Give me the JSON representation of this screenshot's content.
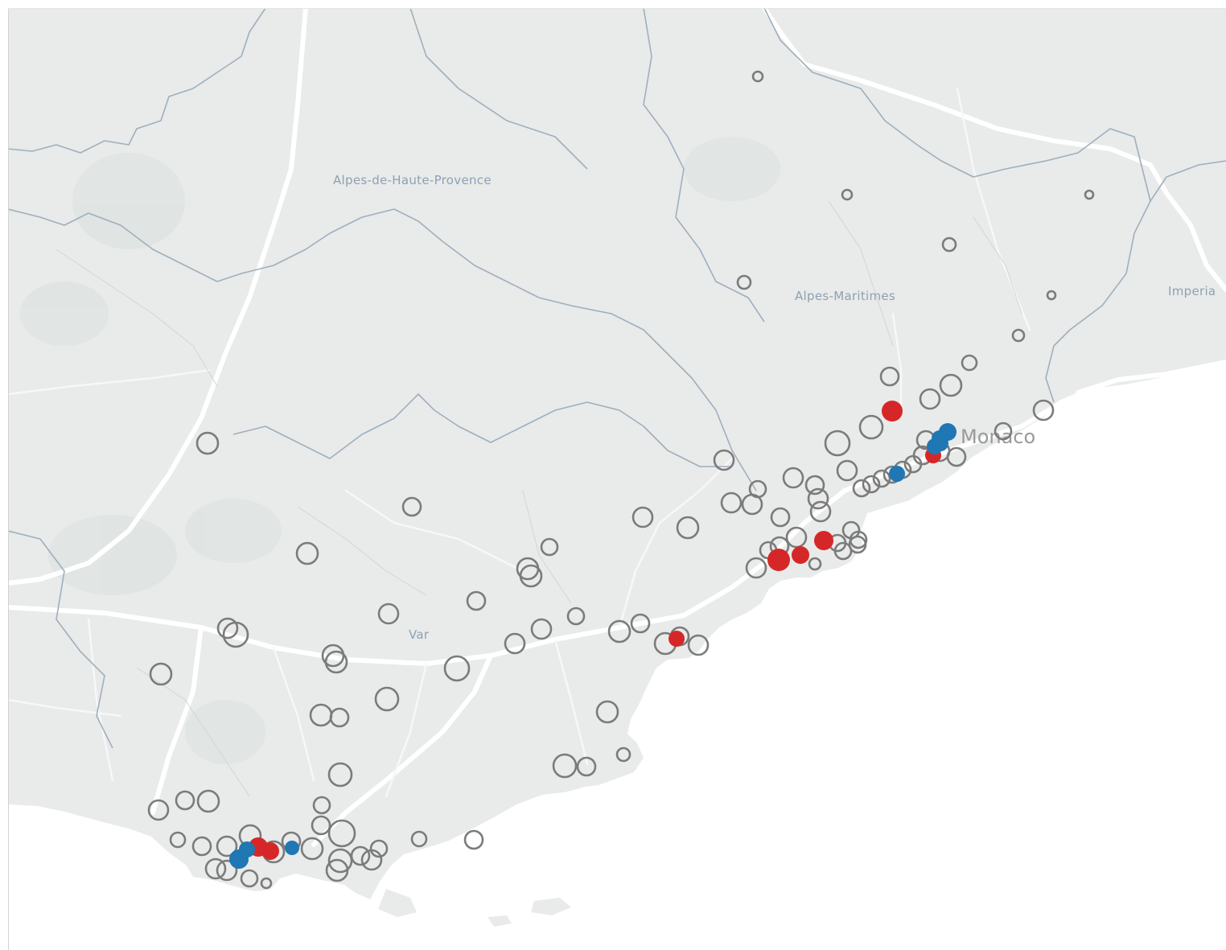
{
  "map": {
    "labels": {
      "alpes_haute_provence": "Alpes-de-Haute-Provence",
      "alpes_maritimes": "Alpes-Maritimes",
      "imperia": "Imperia",
      "var": "Var",
      "monaco": "Monaco"
    },
    "colors": {
      "land": "#e9eaea",
      "sea": "#ffffff",
      "border": "#9eb0bd",
      "road": "#ffffff",
      "outline_marker": "#7b7b7b",
      "red_marker": "#d62728",
      "blue_marker": "#1f77b4"
    },
    "markers": {
      "outline": [
        [
          932,
          85,
          6
        ],
        [
          1043,
          232,
          6
        ],
        [
          1344,
          232,
          5
        ],
        [
          1170,
          294,
          8
        ],
        [
          915,
          341,
          8
        ],
        [
          1297,
          357,
          5
        ],
        [
          1256,
          407,
          7
        ],
        [
          1195,
          441,
          9
        ],
        [
          1096,
          458,
          11
        ],
        [
          1172,
          469,
          13
        ],
        [
          1146,
          486,
          12
        ],
        [
          1287,
          500,
          12
        ],
        [
          1073,
          521,
          14
        ],
        [
          1031,
          541,
          15
        ],
        [
          1237,
          526,
          10
        ],
        [
          1141,
          537,
          11
        ],
        [
          1137,
          556,
          11
        ],
        [
          1158,
          551,
          12
        ],
        [
          1179,
          558,
          11
        ],
        [
          1125,
          567,
          10
        ],
        [
          1112,
          574,
          10
        ],
        [
          1099,
          580,
          10
        ],
        [
          1086,
          585,
          10
        ],
        [
          1073,
          592,
          10
        ],
        [
          1061,
          597,
          10
        ],
        [
          1043,
          575,
          12
        ],
        [
          976,
          584,
          12
        ],
        [
          1003,
          593,
          11
        ],
        [
          1007,
          610,
          12
        ],
        [
          1010,
          626,
          12
        ],
        [
          932,
          598,
          10
        ],
        [
          925,
          617,
          12
        ],
        [
          899,
          615,
          12
        ],
        [
          890,
          562,
          12
        ],
        [
          960,
          633,
          11
        ],
        [
          1048,
          649,
          10
        ],
        [
          1057,
          661,
          10
        ],
        [
          1038,
          675,
          10
        ],
        [
          1056,
          667,
          10
        ],
        [
          1031,
          665,
          10
        ],
        [
          980,
          658,
          12
        ],
        [
          959,
          669,
          11
        ],
        [
          930,
          696,
          12
        ],
        [
          945,
          674,
          10
        ],
        [
          1003,
          691,
          7
        ],
        [
          789,
          633,
          12
        ],
        [
          845,
          646,
          13
        ],
        [
          673,
          670,
          10
        ],
        [
          646,
          697,
          13
        ],
        [
          650,
          706,
          13
        ],
        [
          582,
          737,
          11
        ],
        [
          473,
          753,
          12
        ],
        [
          502,
          620,
          11
        ],
        [
          372,
          678,
          13
        ],
        [
          248,
          541,
          13
        ],
        [
          273,
          771,
          12
        ],
        [
          283,
          779,
          15
        ],
        [
          190,
          828,
          13
        ],
        [
          404,
          805,
          13
        ],
        [
          408,
          813,
          13
        ],
        [
          558,
          821,
          15
        ],
        [
          471,
          859,
          14
        ],
        [
          389,
          879,
          13
        ],
        [
          412,
          882,
          11
        ],
        [
          413,
          953,
          14
        ],
        [
          390,
          991,
          10
        ],
        [
          389,
          1016,
          11
        ],
        [
          415,
          1026,
          16
        ],
        [
          187,
          997,
          12
        ],
        [
          220,
          985,
          11
        ],
        [
          249,
          986,
          13
        ],
        [
          211,
          1034,
          9
        ],
        [
          241,
          1042,
          11
        ],
        [
          272,
          1042,
          12
        ],
        [
          301,
          1029,
          13
        ],
        [
          258,
          1070,
          12
        ],
        [
          272,
          1072,
          12
        ],
        [
          300,
          1082,
          10
        ],
        [
          321,
          1088,
          6
        ],
        [
          330,
          1049,
          13
        ],
        [
          352,
          1036,
          11
        ],
        [
          378,
          1045,
          13
        ],
        [
          413,
          1060,
          14
        ],
        [
          438,
          1054,
          11
        ],
        [
          461,
          1045,
          10
        ],
        [
          452,
          1059,
          12
        ],
        [
          409,
          1072,
          13
        ],
        [
          511,
          1033,
          9
        ],
        [
          579,
          1034,
          11
        ],
        [
          745,
          875,
          13
        ],
        [
          692,
          942,
          14
        ],
        [
          719,
          943,
          11
        ],
        [
          765,
          928,
          8
        ],
        [
          630,
          790,
          12
        ],
        [
          663,
          772,
          12
        ],
        [
          706,
          756,
          10
        ],
        [
          760,
          775,
          13
        ],
        [
          786,
          765,
          11
        ],
        [
          817,
          790,
          13
        ],
        [
          835,
          781,
          11
        ],
        [
          858,
          792,
          12
        ]
      ],
      "red": [
        [
          1099,
          501,
          13
        ],
        [
          1150,
          556,
          10
        ],
        [
          1014,
          662,
          12
        ],
        [
          958,
          686,
          14
        ],
        [
          985,
          680,
          11
        ],
        [
          831,
          784,
          10
        ],
        [
          311,
          1043,
          12
        ],
        [
          326,
          1048,
          11
        ]
      ],
      "blue": [
        [
          1105,
          579,
          10
        ],
        [
          1168,
          527,
          11
        ],
        [
          1158,
          535,
          10
        ],
        [
          1152,
          545,
          10
        ],
        [
          1159,
          541,
          10
        ],
        [
          287,
          1058,
          12
        ],
        [
          297,
          1046,
          10
        ],
        [
          353,
          1044,
          9
        ]
      ]
    }
  }
}
